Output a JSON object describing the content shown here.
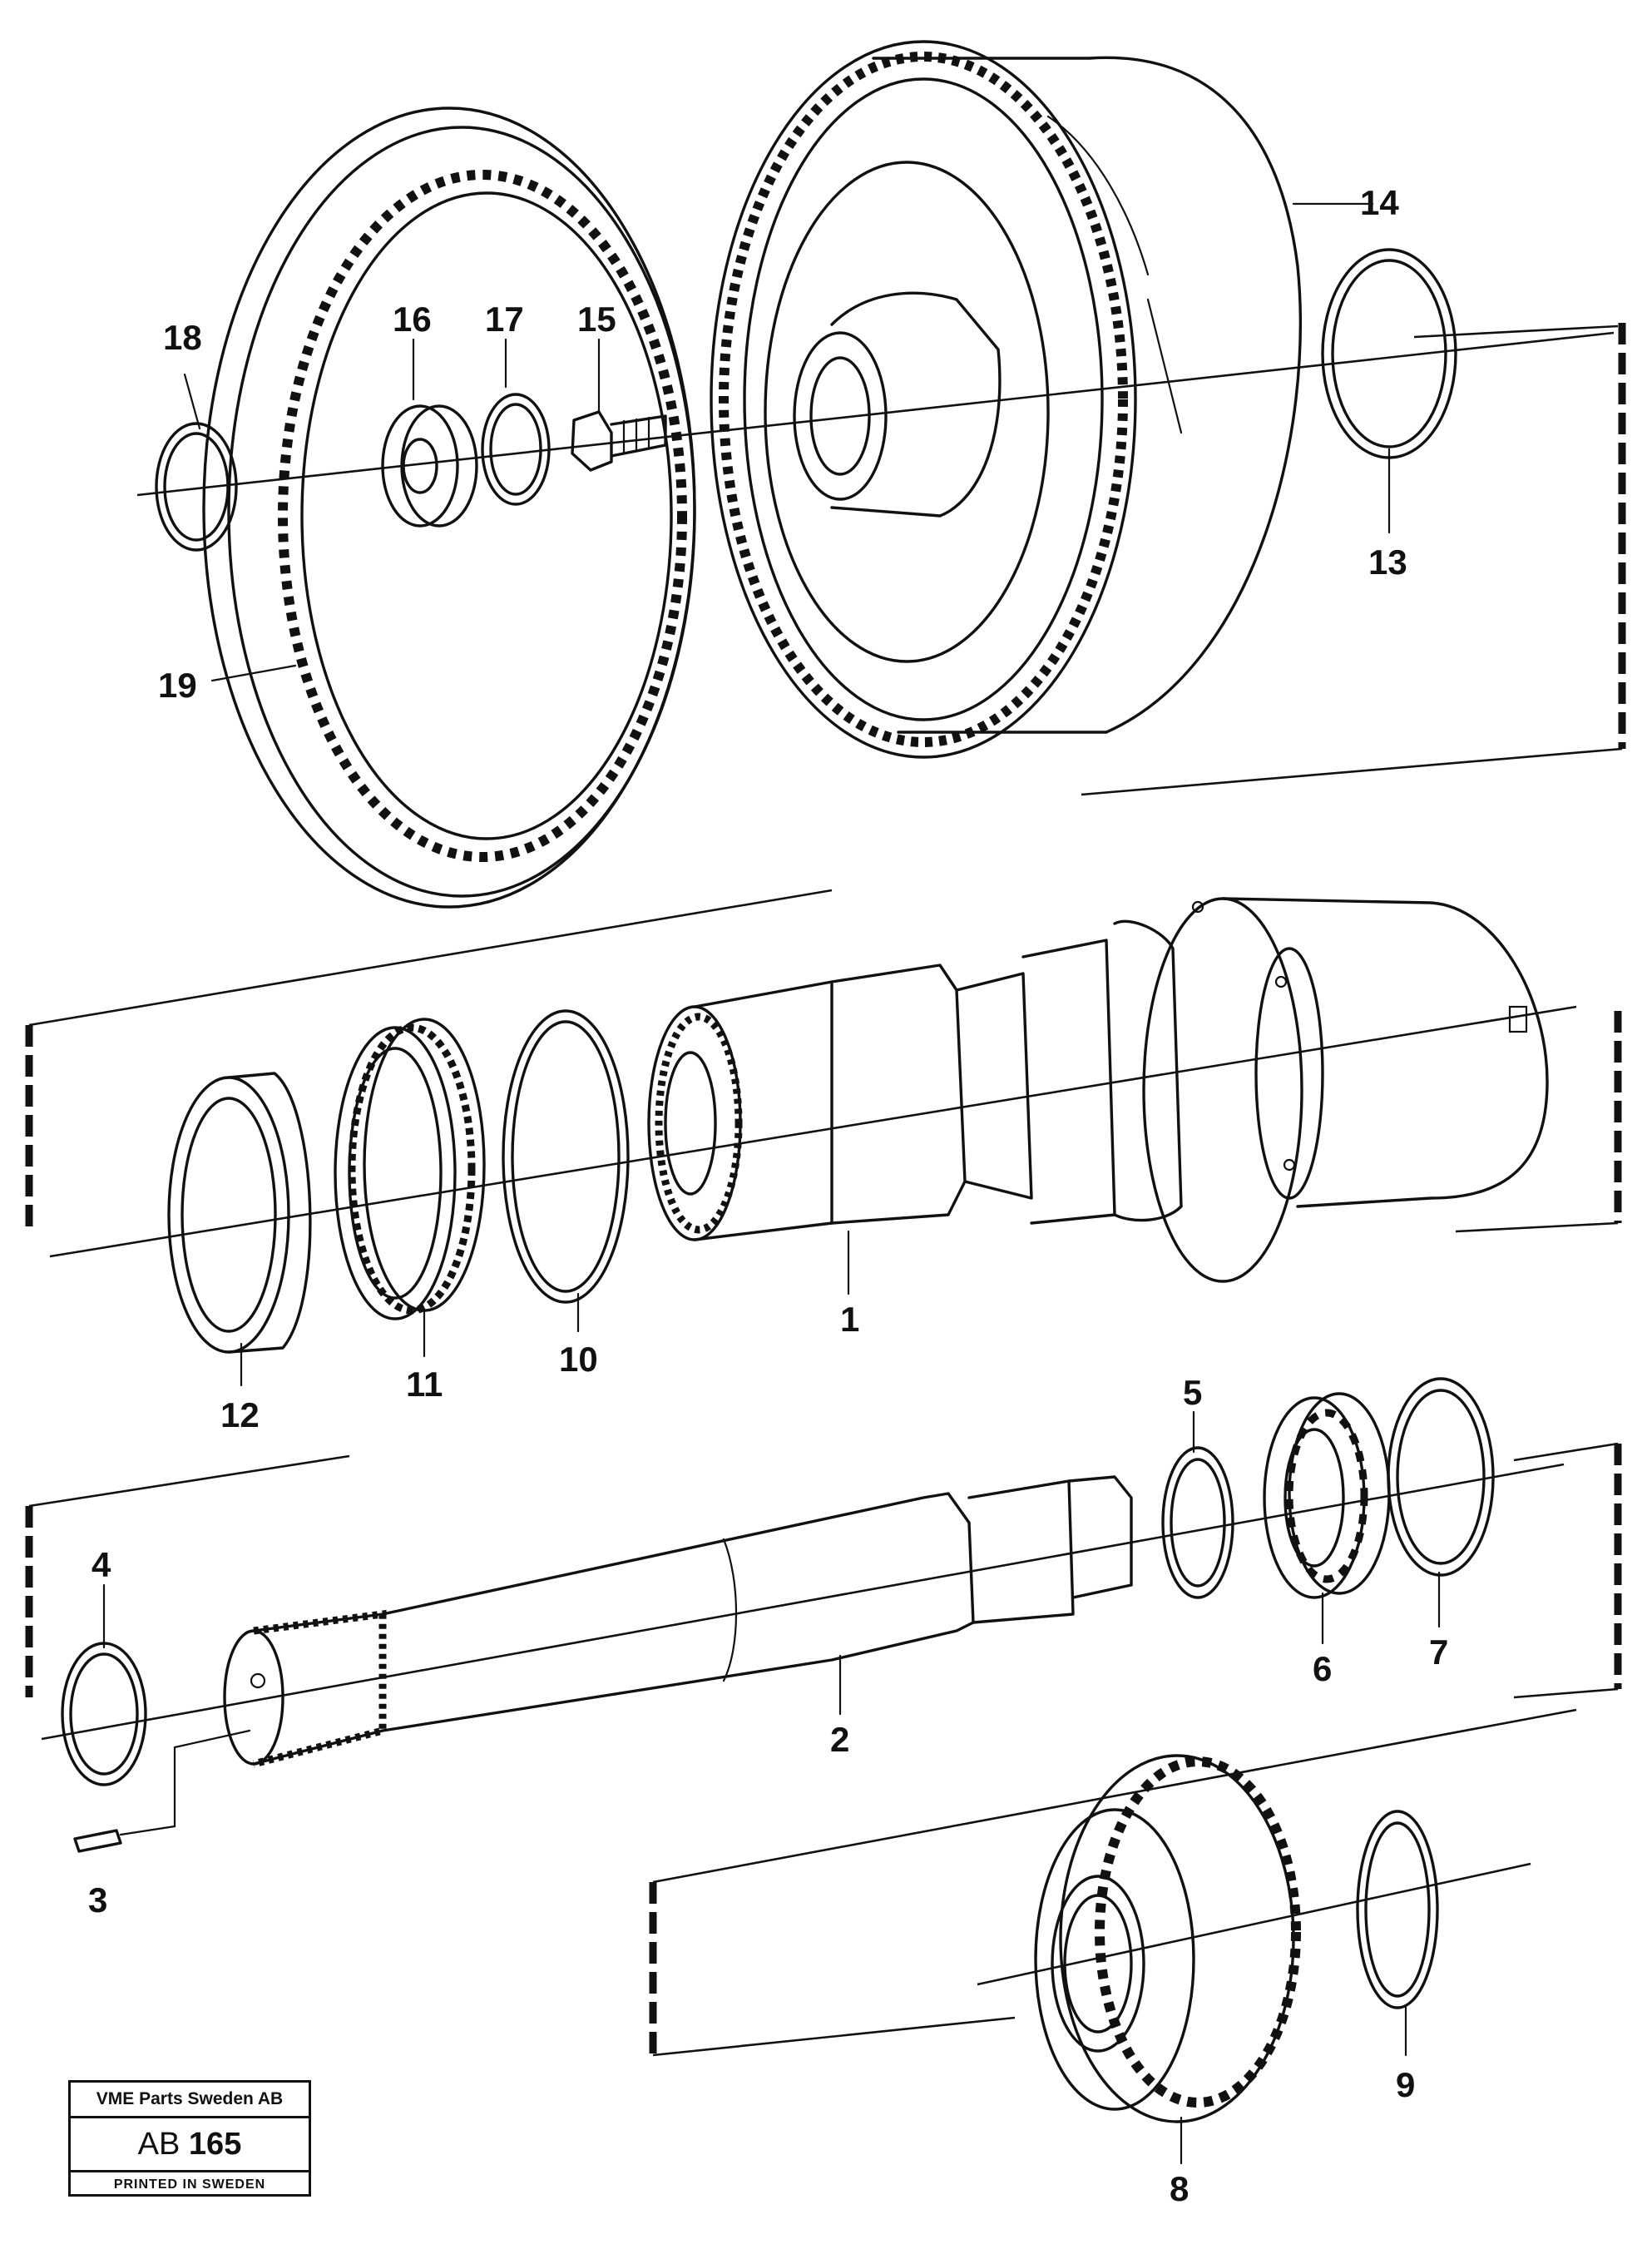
{
  "callouts": {
    "c1": "1",
    "c2": "2",
    "c3": "3",
    "c4": "4",
    "c5": "5",
    "c6": "6",
    "c7": "7",
    "c8": "8",
    "c9": "9",
    "c10": "10",
    "c11": "11",
    "c12": "12",
    "c13": "13",
    "c14": "14",
    "c15": "15",
    "c16": "16",
    "c17": "17",
    "c18": "18",
    "c19": "19"
  },
  "stamp": {
    "company": "VME Parts Sweden AB",
    "code_prefix": "AB",
    "code_number": "165",
    "printed": "PRINTED IN SWEDEN"
  }
}
